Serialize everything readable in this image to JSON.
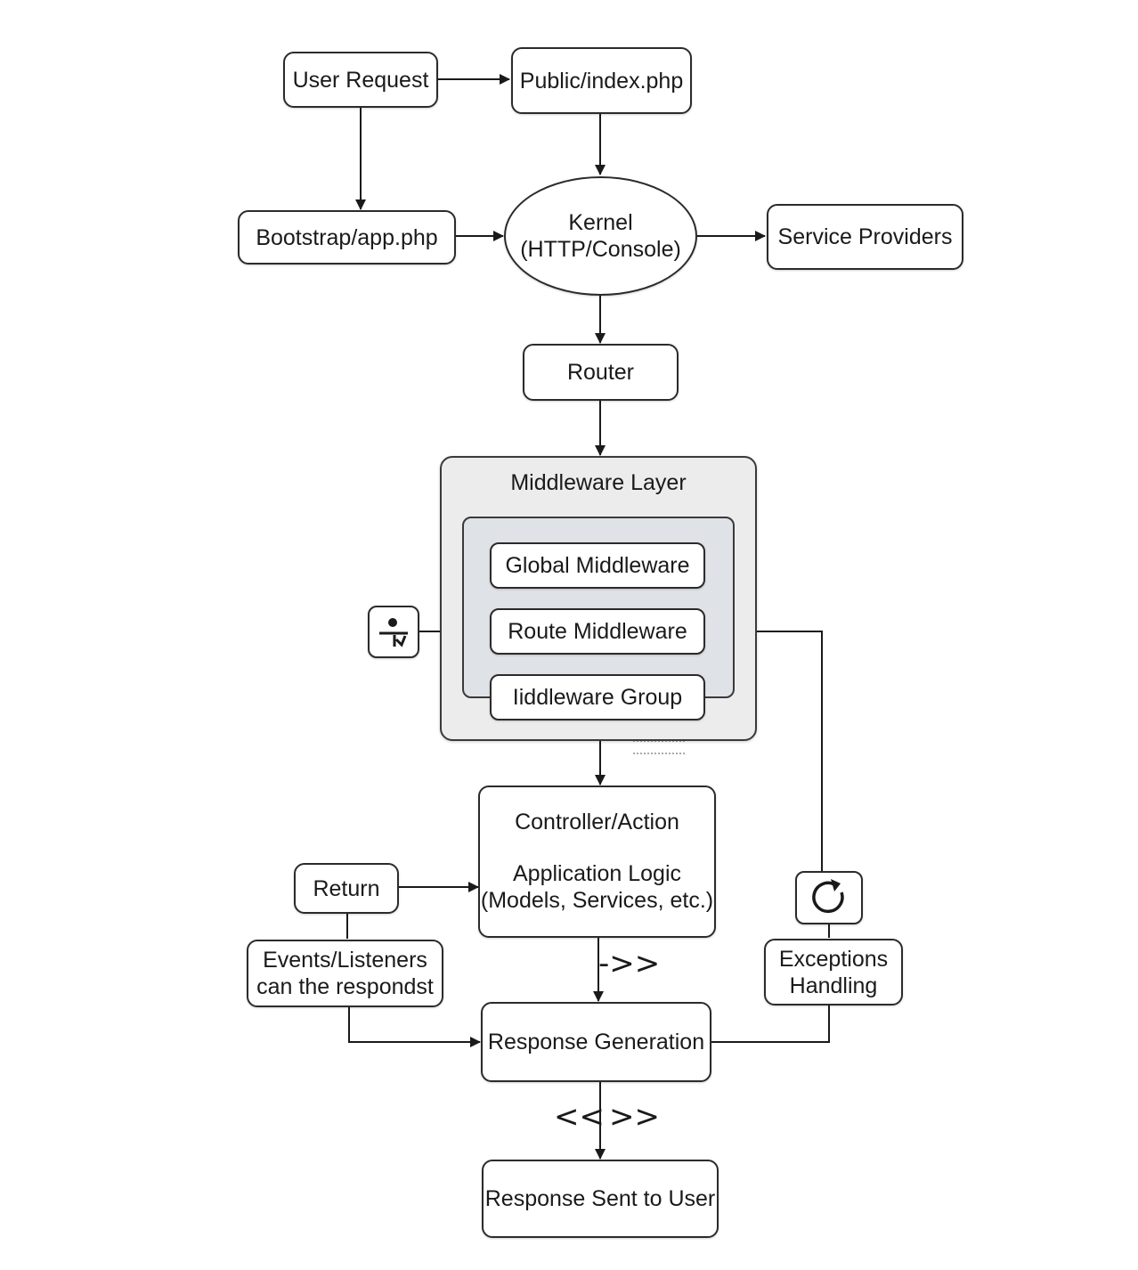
{
  "nodes": {
    "user_request": "User Request",
    "public_index": "Public/index.php",
    "bootstrap": "Bootstrap/app.php",
    "kernel_line1": "Kernel",
    "kernel_line2": "(HTTP/Console)",
    "service_providers": "Service Providers",
    "router": "Router",
    "middleware_layer": "Middleware Layer",
    "global_middleware": "Global Middleware",
    "route_middleware": "Route Middleware",
    "middleware_group": "Iiddleware Group",
    "controller_title": "Controller/Action",
    "controller_line2": "Application Logic",
    "controller_line3": "(Models, Services, etc.)",
    "return": "Return",
    "events_line1": "Events/Listeners",
    "events_line2": "can the respondst",
    "exceptions_line1": "Exceptions",
    "exceptions_line2": "Handling",
    "response_generation": "Response Generation",
    "response_sent": "Response Sent to User"
  },
  "decorations": {
    "chevrons_right_1": "->>",
    "chevrons_left": "<<",
    "chevrons_right_2": ">>"
  },
  "icons": {
    "left_icon": "person-icon",
    "right_icon": "refresh-icon"
  }
}
